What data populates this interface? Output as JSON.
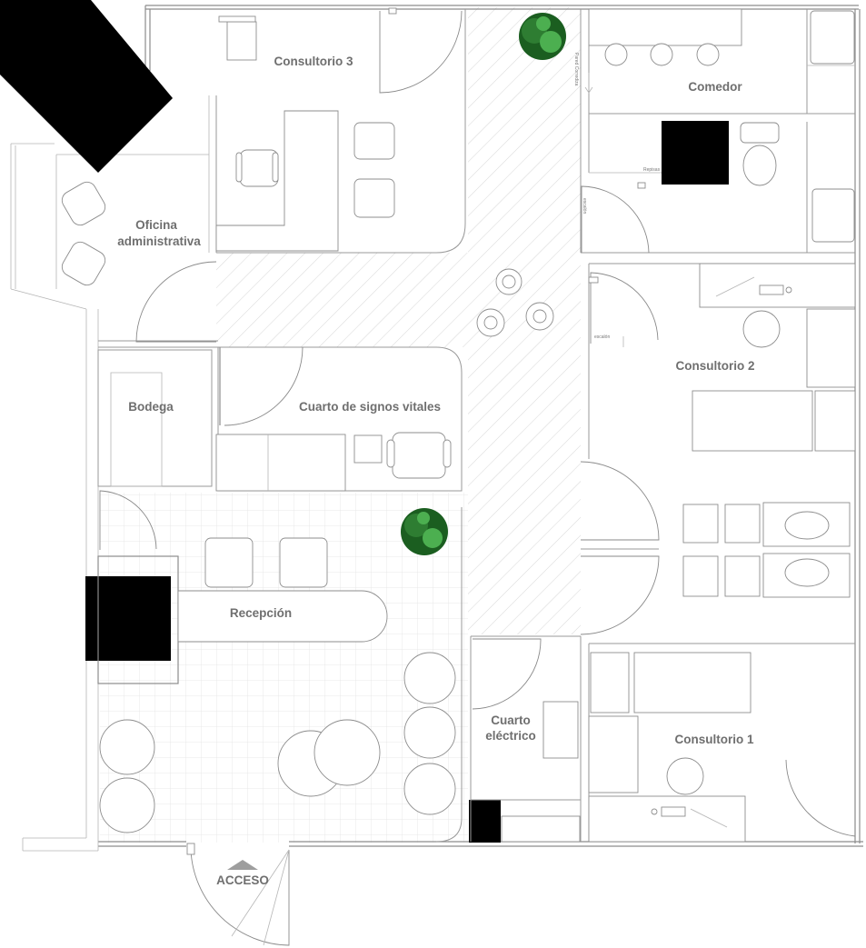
{
  "rooms": {
    "consultorio3": "Consultorio 3",
    "comedor": "Comedor",
    "oficina_line1": "Oficina",
    "oficina_line2": "administrativa",
    "bodega": "Bodega",
    "signos": "Cuarto de signos vitales",
    "consultorio2": "Consultorio 2",
    "recepcion": "Recepción",
    "cuarto_line1": "Cuarto",
    "cuarto_line2": "eléctrico",
    "consultorio1": "Consultorio 1",
    "acceso": "ACCESO"
  },
  "small_labels": {
    "pared_corrediza": "Pared Corrediza",
    "repisas": "Repisas",
    "escalon_a": "escalón",
    "escalon_b": "escalón"
  },
  "colors": {
    "walls": "#8c8c8c",
    "labels": "#6f6f6f",
    "columns": "#000000",
    "plants": "#2e7d32",
    "entrance_marker": "#9e9e9e"
  }
}
